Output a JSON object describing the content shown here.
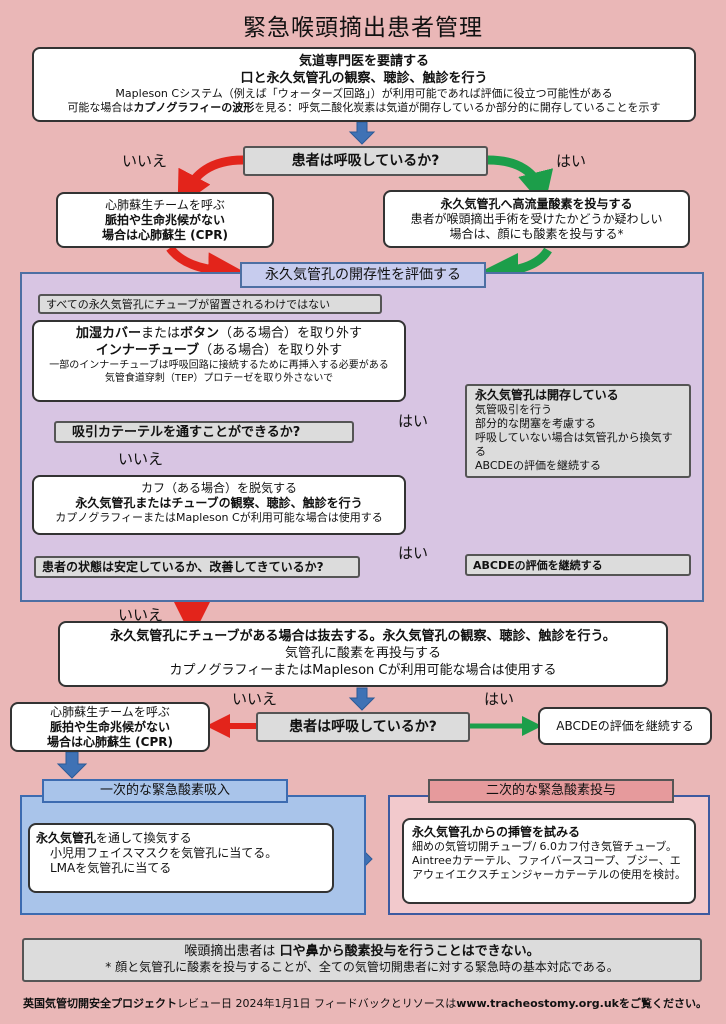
{
  "title": "緊急喉頭摘出患者管理",
  "top": {
    "l1": "気道専門医を要請する",
    "l2": "口と永久気管孔の観察、聴診、触診を行う",
    "l3": "Mapleson Cシステム（例えば「ウォーターズ回路」）が利用可能であれば評価に役立つ可能性がある",
    "l4a": "可能な場合は",
    "l4b": "カプノグラフィーの波形",
    "l4c": "を見る：呼気二酸化炭素は気道が開存しているか部分的に開存していることを示す"
  },
  "q1": {
    "text": "患者は呼吸しているか?",
    "no": "いいえ",
    "yes": "はい"
  },
  "left1": {
    "l1": "心肺蘇生チームを呼ぶ",
    "l2": "脈拍や生命兆候がない",
    "l3": "場合は心肺蘇生 (CPR)"
  },
  "right1": {
    "l1": "永久気管孔へ高流量酸素を投与する",
    "l2": "患者が喉頭摘出手術を受けたかどうか疑わしい",
    "l3": "場合は、顔にも酸素を投与する*"
  },
  "panel": {
    "header": "永久気管孔の開存性を評価する",
    "note": "すべての永久気管孔にチューブが留置されるわけではない",
    "box1": {
      "a1": "加湿カバー",
      "a2": "または",
      "a3": "ボタン",
      "a4": "（ある場合）を取り外す",
      "b1": "インナーチューブ",
      "b2": "（ある場合）を取り外す",
      "c": "一部のインナーチューブは呼吸回路に接続するために再挿入する必要がある",
      "d": "気管食道穿刺（TEP）プロテーゼを取り外さないで"
    },
    "q2": "吸引カテーテルを通すことができるか?",
    "q2_yes": "はい",
    "q2_no": "いいえ",
    "patent": {
      "title": "永久気管孔は開存している",
      "items": [
        "気管吸引を行う",
        "部分的な閉塞を考慮する",
        "呼吸していない場合は気管孔から換気する",
        "ABCDEの評価を継続する"
      ]
    },
    "box2": {
      "l1": "カフ（ある場合）を脱気する",
      "l2": "永久気管孔またはチューブの観察、聴診、触診を行う",
      "l3": "カプノグラフィーまたはMapleson Cが利用可能な場合は使用する"
    },
    "q3": "患者の状態は安定しているか、改善してきているか?",
    "q3_yes": "はい",
    "abcde": "ABCDEの評価を継続する"
  },
  "no3": "いいえ",
  "mid": {
    "l1": "永久気管孔にチューブがある場合は抜去する。永久気管孔の観察、聴診、触診を行う。",
    "l2": "気管孔に酸素を再投与する",
    "l3": "カプノグラフィーまたはMapleson Cが利用可能な場合は使用する"
  },
  "q4": {
    "text": "患者は呼吸しているか?",
    "no": "いいえ",
    "yes": "はい"
  },
  "left2": {
    "l1": "心肺蘇生チームを呼ぶ",
    "l2": "脈拍や生命兆候がない",
    "l3": "場合は心肺蘇生 (CPR)"
  },
  "right2": "ABCDEの評価を継続する",
  "primary": {
    "header": "一次的な緊急酸素吸入",
    "l1a": "永久気管孔",
    "l1b": "を通して換気する",
    "l2": "小児用フェイスマスクを気管孔に当てる。",
    "l3": "LMAを気管孔に当てる"
  },
  "secondary": {
    "header": "二次的な緊急酸素投与",
    "l1": "永久気管孔からの挿管を試みる",
    "l2": "細めの気管切開チューブ/ 6.0カフ付き気管チューブ。 Aintreeカテーテル、ファイバースコープ、ブジー、エアウェイエクスチェンジャーカテーテルの使用を検討。"
  },
  "footer": {
    "l1a": "喉頭摘出患者は ",
    "l1b": "口や鼻から酸素投与を行うことはできない。",
    "l2": "* 顔と気管孔に酸素を投与することが、全ての気管切開患者に対する緊急時の基本対応である。"
  },
  "credit": {
    "a": "英国気管切開安全プロジェクト",
    "b": "レビュー日 2024年1月1日 フィードバックとリソースは",
    "c": "www.tracheostomy.org.uk",
    "d": "をご覧ください。"
  },
  "colors": {
    "background": "#eab7b7",
    "red_arrow": "#e3241b",
    "green_arrow": "#1c9e4a",
    "blue_arrow": "#3f72b5",
    "panel": "#d8c5e3"
  }
}
